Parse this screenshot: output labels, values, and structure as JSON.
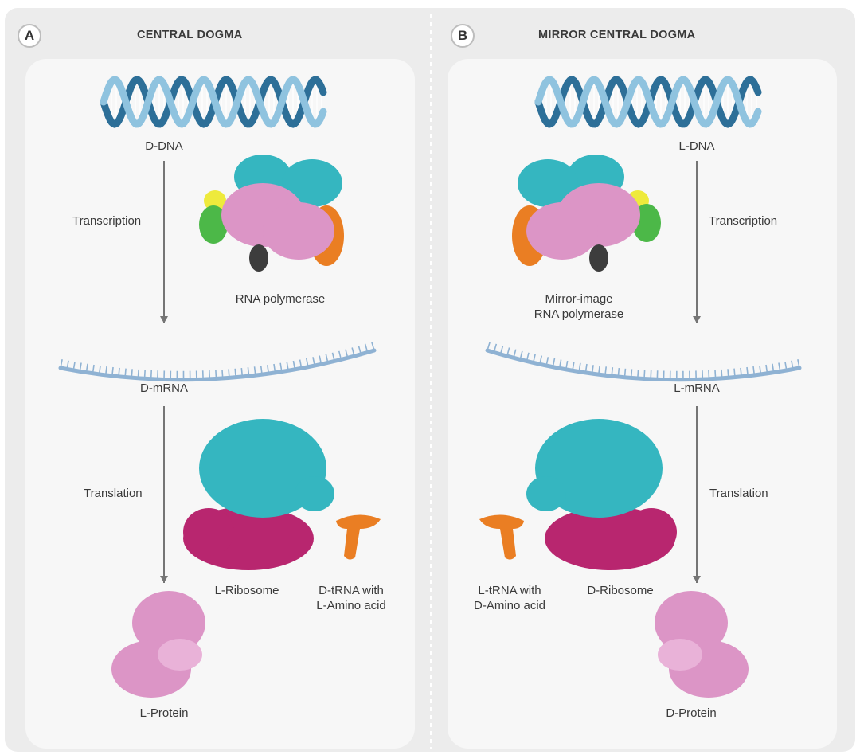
{
  "panel_a": {
    "badge": "A",
    "title": "CENTRAL DOGMA",
    "dna": {
      "prefix": "D",
      "name": "-DNA"
    },
    "transcription": "Transcription",
    "rna_polymerase": "RNA polymerase",
    "mrna": {
      "prefix": "D",
      "name": "-mRNA"
    },
    "translation": "Translation",
    "ribosome": {
      "prefix": "L",
      "name": "-Ribosome"
    },
    "trna_line1": {
      "prefix": "D",
      "name": "-tRNA with"
    },
    "trna_line2": {
      "prefix": "L",
      "name": "-Amino acid"
    },
    "protein": {
      "prefix": "L",
      "name": "-Protein"
    }
  },
  "panel_b": {
    "badge": "B",
    "title": "MIRROR CENTRAL DOGMA",
    "dna": {
      "prefix": "L",
      "name": "-DNA"
    },
    "transcription": "Transcription",
    "rna_polymerase_line1": "Mirror-image",
    "rna_polymerase_line2": "RNA polymerase",
    "mrna": {
      "prefix": "L",
      "name": "-mRNA"
    },
    "translation": "Translation",
    "trna_line1": {
      "prefix": "L",
      "name": "-tRNA with"
    },
    "trna_line2": {
      "prefix": "D",
      "name": "-Amino acid"
    },
    "ribosome": {
      "prefix": "D",
      "name": "-Ribosome"
    },
    "protein": {
      "prefix": "D",
      "name": "-Protein"
    }
  },
  "colors": {
    "background": "#ececec",
    "panel": "#f7f7f7",
    "dna_dark": "#2d6f98",
    "dna_light": "#8fc3df",
    "mrna": "#8fb2d3",
    "arrow": "#757575",
    "cyan": "#35b6c0",
    "pink": "#dc95c6",
    "magenta": "#b8266f",
    "orange": "#ea7e23",
    "green": "#4cb848",
    "yellow": "#eeea3c",
    "dark_gray": "#3d3d3d"
  }
}
